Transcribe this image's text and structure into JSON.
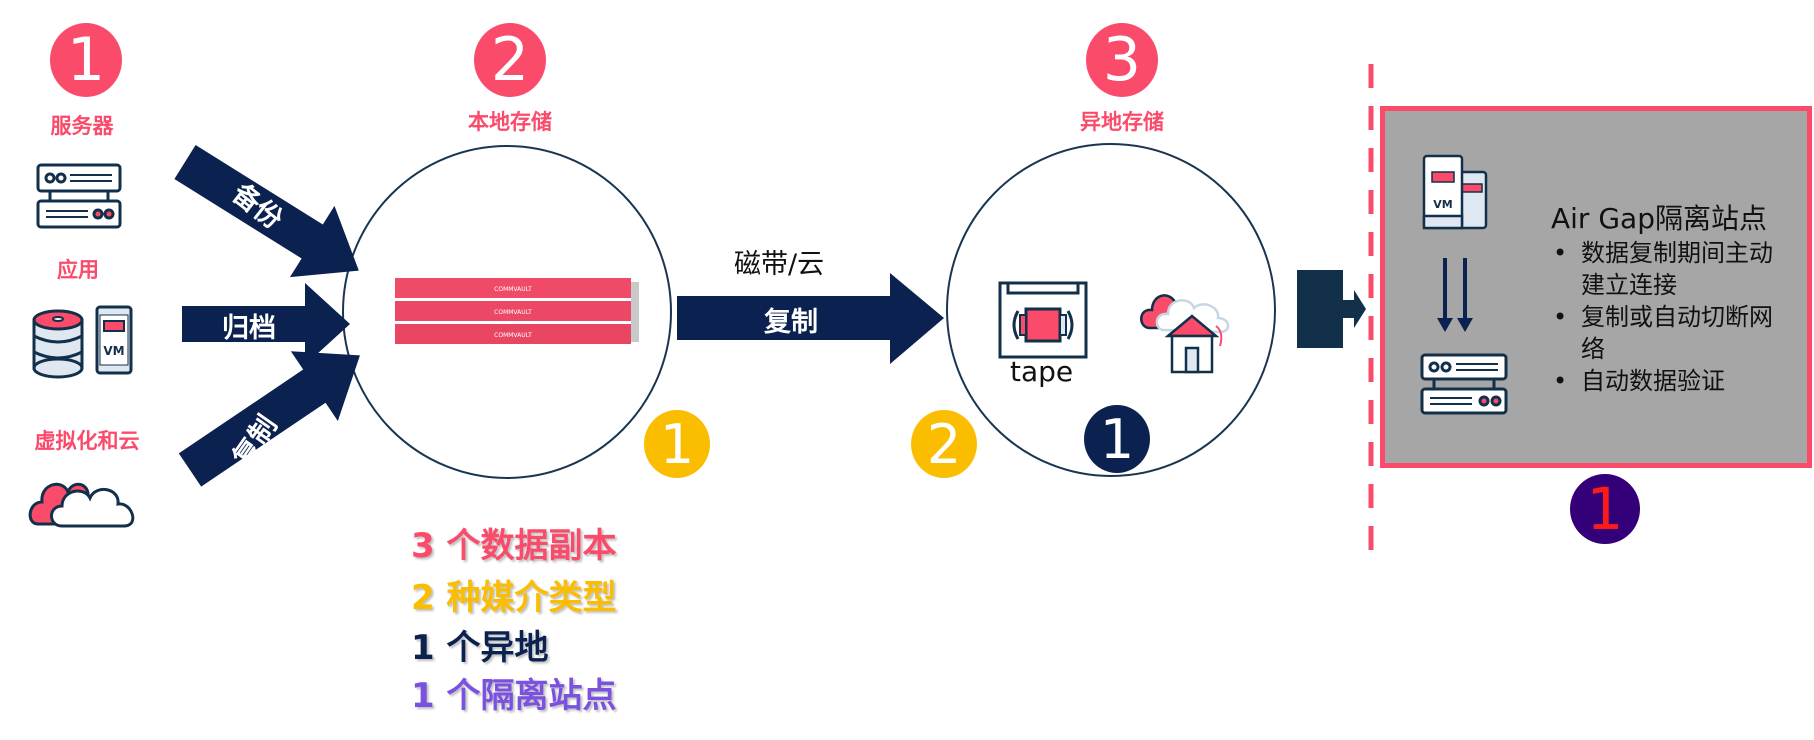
{
  "colors": {
    "pink": "#fb4b6b",
    "yellow": "#fbbd00",
    "navy": "#0b2150",
    "purple": "#7b52e0",
    "dark_purple": "#33007a",
    "gray_box": "#a6a6a6"
  },
  "sources": {
    "badge": "1",
    "items": [
      {
        "label": "服务器",
        "icon": "server-icon"
      },
      {
        "label": "应用",
        "icon": "database-vm-icon"
      },
      {
        "label": "虚拟化和云",
        "icon": "cloud-icon"
      }
    ]
  },
  "flows": {
    "backup": "备份",
    "archive": "归档",
    "replicate_in": "复制"
  },
  "local": {
    "badge": "2",
    "title": "本地存储",
    "appliance_brand": "COMMVAULT",
    "copy_badge": "1"
  },
  "transfer": {
    "media_label": "磁带/云",
    "arrow_label": "复制"
  },
  "offsite": {
    "badge": "3",
    "title": "异地存储",
    "tape_label": "tape",
    "media_badge": "2",
    "offsite_badge": "1"
  },
  "airgap": {
    "title": "Air Gap隔离站点",
    "bullets": [
      "数据复制期间主动建立连接",
      "复制或自动切断网络",
      "自动数据验证"
    ],
    "vm_label": "VM",
    "badge": "1"
  },
  "summary": [
    {
      "num": "3",
      "text": "个数据副本",
      "color": "#fb4b6b"
    },
    {
      "num": "2",
      "text": " 种媒介类型",
      "color": "#fbbd00"
    },
    {
      "num": "1",
      "text": "个异地",
      "color": "#0b2150"
    },
    {
      "num": "1",
      "text": "个隔离站点",
      "color": "#7b52e0"
    }
  ]
}
